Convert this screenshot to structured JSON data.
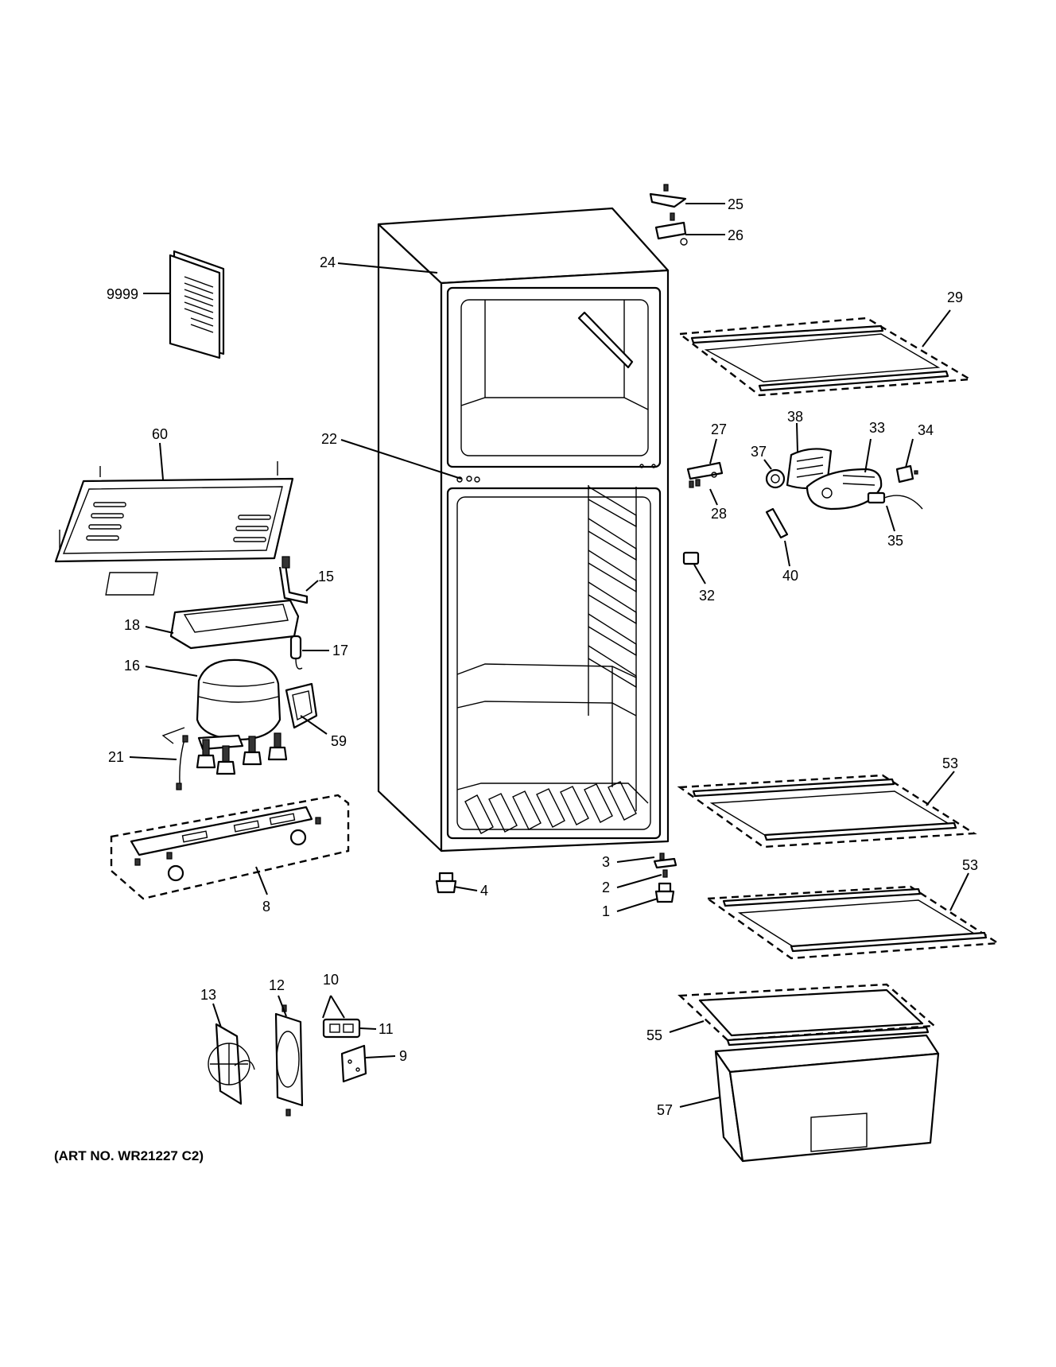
{
  "diagram": {
    "art_number": "(ART NO. WR21227 C2)",
    "callouts": {
      "c9999": "9999",
      "c60": "60",
      "c24": "24",
      "c22": "22",
      "c25": "25",
      "c26": "26",
      "c29": "29",
      "c27": "27",
      "c28": "28",
      "c38": "38",
      "c37": "37",
      "c33": "33",
      "c34": "34",
      "c35": "35",
      "c40": "40",
      "c32": "32",
      "c15": "15",
      "c18": "18",
      "c17": "17",
      "c16": "16",
      "c59": "59",
      "c21": "21",
      "c8": "8",
      "c4": "4",
      "c3": "3",
      "c2": "2",
      "c1": "1",
      "c53a": "53",
      "c53b": "53",
      "c13": "13",
      "c12": "12",
      "c10": "10",
      "c11": "11",
      "c9": "9",
      "c55": "55",
      "c57": "57"
    }
  }
}
